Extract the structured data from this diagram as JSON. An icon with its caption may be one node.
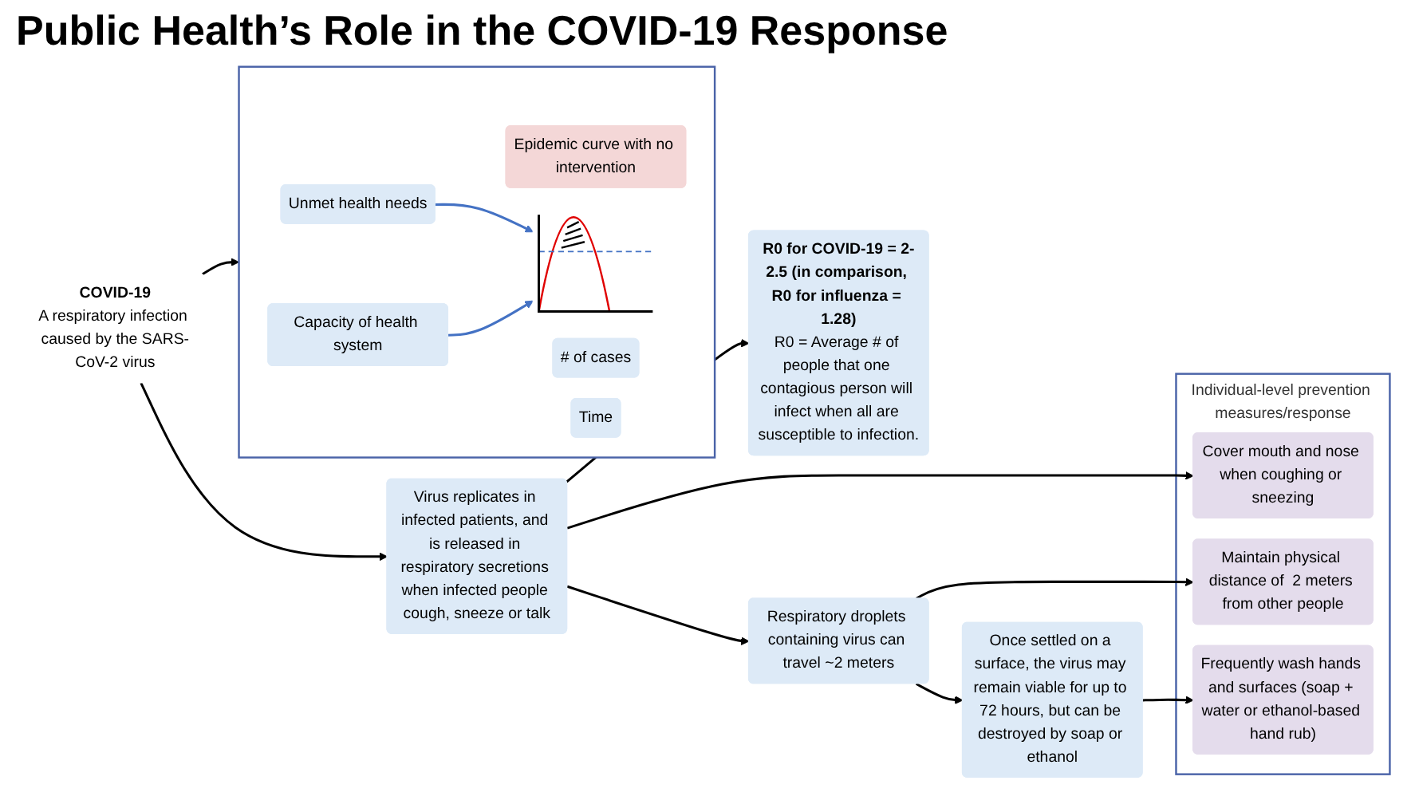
{
  "diagram": {
    "title": "Public Health’s Role in the COVID-19 Response",
    "nodes": [
      {
        "text": [
          "COVID-19",
          "A respiratory infection caused by the SARS-CoV-2 virus"
        ]
      },
      {
        "text": [],
        "shape": "box"
      },
      {
        "text": [
          "Epidemic curve with no intervention"
        ],
        "in": 1
      },
      {
        "text": [
          "# of cases"
        ],
        "in": 1
      },
      {
        "text": [],
        "shape": "picture",
        "in": 1
      },
      {
        "text": [
          "Unmet health needs"
        ],
        "in": 1
      },
      {
        "text": [
          "Capacity of health system"
        ],
        "in": 1
      },
      {
        "text": [
          "Time"
        ],
        "in": 1
      },
      {
        "text": [
          "Virus replicates in infected patients, and is released in respiratory secretions when infected people cough, sneeze or talk"
        ]
      },
      {
        "text": [
          "R0 for COVID-19 = 2-2.5 (in comparison, R0 for influenza = 1.28)",
          "R0 = Average # of people that one contagious person will infect when all are susceptible to infection."
        ]
      },
      {
        "text": [
          "Respiratory droplets containing virus can travel ~2 meters"
        ]
      },
      {
        "text": [
          "Once settled on a surface, the virus may remain viable for up to 72 hours, but can be destroyed by soap or ethanol"
        ]
      },
      {
        "text": [
          "Individual-level prevention measures/response"
        ]
      },
      {
        "text": [
          "Cover mouth and nose when coughing or sneezing"
        ],
        "in": 12
      },
      {
        "text": [
          "Maintain physical distance of  2 meters from other people"
        ],
        "in": 12
      },
      {
        "text": [
          "Frequently wash hands and surfaces (soap + water or ethanol-based hand rub)"
        ],
        "in": 12
      }
    ],
    "edges": [
      {
        "from": 0,
        "to": 1,
        "arrow": "to"
      },
      {
        "from": 5,
        "to": 4,
        "arrow": "to",
        "color": "#4472c4"
      },
      {
        "from": 6,
        "to": 4,
        "arrow": "to",
        "color": "#4472c4"
      },
      {
        "from": 0,
        "to": 8,
        "arrow": "to"
      },
      {
        "from": 8,
        "to": 9,
        "arrow": "to"
      },
      {
        "from": 8,
        "to": 10,
        "arrow": "to"
      },
      {
        "from": 8,
        "to": 13,
        "arrow": "to"
      },
      {
        "from": 10,
        "to": 11,
        "arrow": "to"
      },
      {
        "from": 10,
        "to": 14,
        "arrow": "to"
      },
      {
        "from": 11,
        "to": 15,
        "arrow": "to"
      }
    ]
  }
}
